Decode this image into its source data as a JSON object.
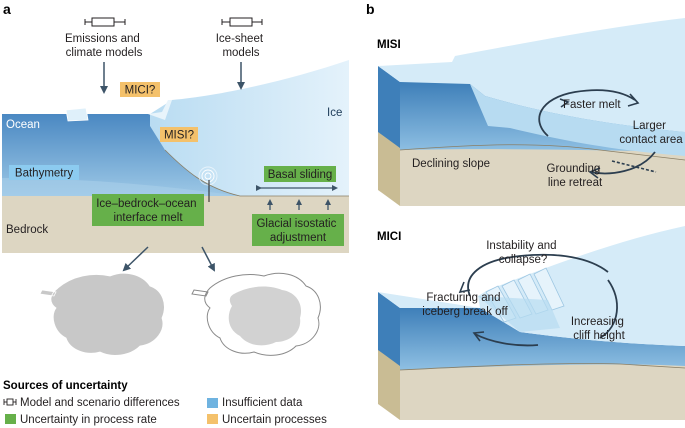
{
  "panel_a": {
    "letter": "a",
    "top_labels": {
      "emissions": [
        "Emissions and",
        "climate models"
      ],
      "icesheet": [
        "Ice-sheet",
        "models"
      ]
    },
    "tags": {
      "mici": "MICI?",
      "misi": "MISI?",
      "bathymetry": "Bathymetry",
      "basal_sliding": "Basal sliding",
      "interface_melt": [
        "Ice–bedrock–ocean",
        "interface melt"
      ],
      "gia": [
        "Glacial isostatic",
        "adjustment"
      ]
    },
    "region_labels": {
      "ocean": "Ocean",
      "ice": "Ice",
      "bedrock": "Bedrock"
    }
  },
  "panel_b": {
    "letter": "b",
    "misi": {
      "title": "MISI",
      "faster_melt": "Faster melt",
      "larger_contact": [
        "Larger",
        "contact area"
      ],
      "declining_slope": "Declining slope",
      "grounding_retreat": [
        "Grounding",
        "line retreat"
      ]
    },
    "mici": {
      "title": "MICI",
      "instability": [
        "Instability and",
        "collapse?"
      ],
      "fracturing": [
        "Fracturing and",
        "iceberg break off"
      ],
      "cliff_height": [
        "Increasing",
        "cliff height"
      ]
    }
  },
  "legend": {
    "title": "Sources of uncertainty",
    "items": [
      {
        "label": "Model and scenario differences",
        "swatch": "boxplot-icon",
        "color": "#ffffff"
      },
      {
        "label": "Insufficient data",
        "swatch": "square",
        "color": "#6fb3e0"
      },
      {
        "label": "Uncertainty in process rate",
        "swatch": "square",
        "color": "#66b04a"
      },
      {
        "label": "Uncertain processes",
        "swatch": "square",
        "color": "#f4c16b"
      }
    ]
  },
  "colors": {
    "ocean": "#4d8cc4",
    "ice": "#cfe8f7",
    "bedrock": "#ddd6c2",
    "tag_blue": "#8ccbf0",
    "tag_green": "#66b04a",
    "tag_yellow": "#f4c16b",
    "arrow": "#3d5468"
  }
}
